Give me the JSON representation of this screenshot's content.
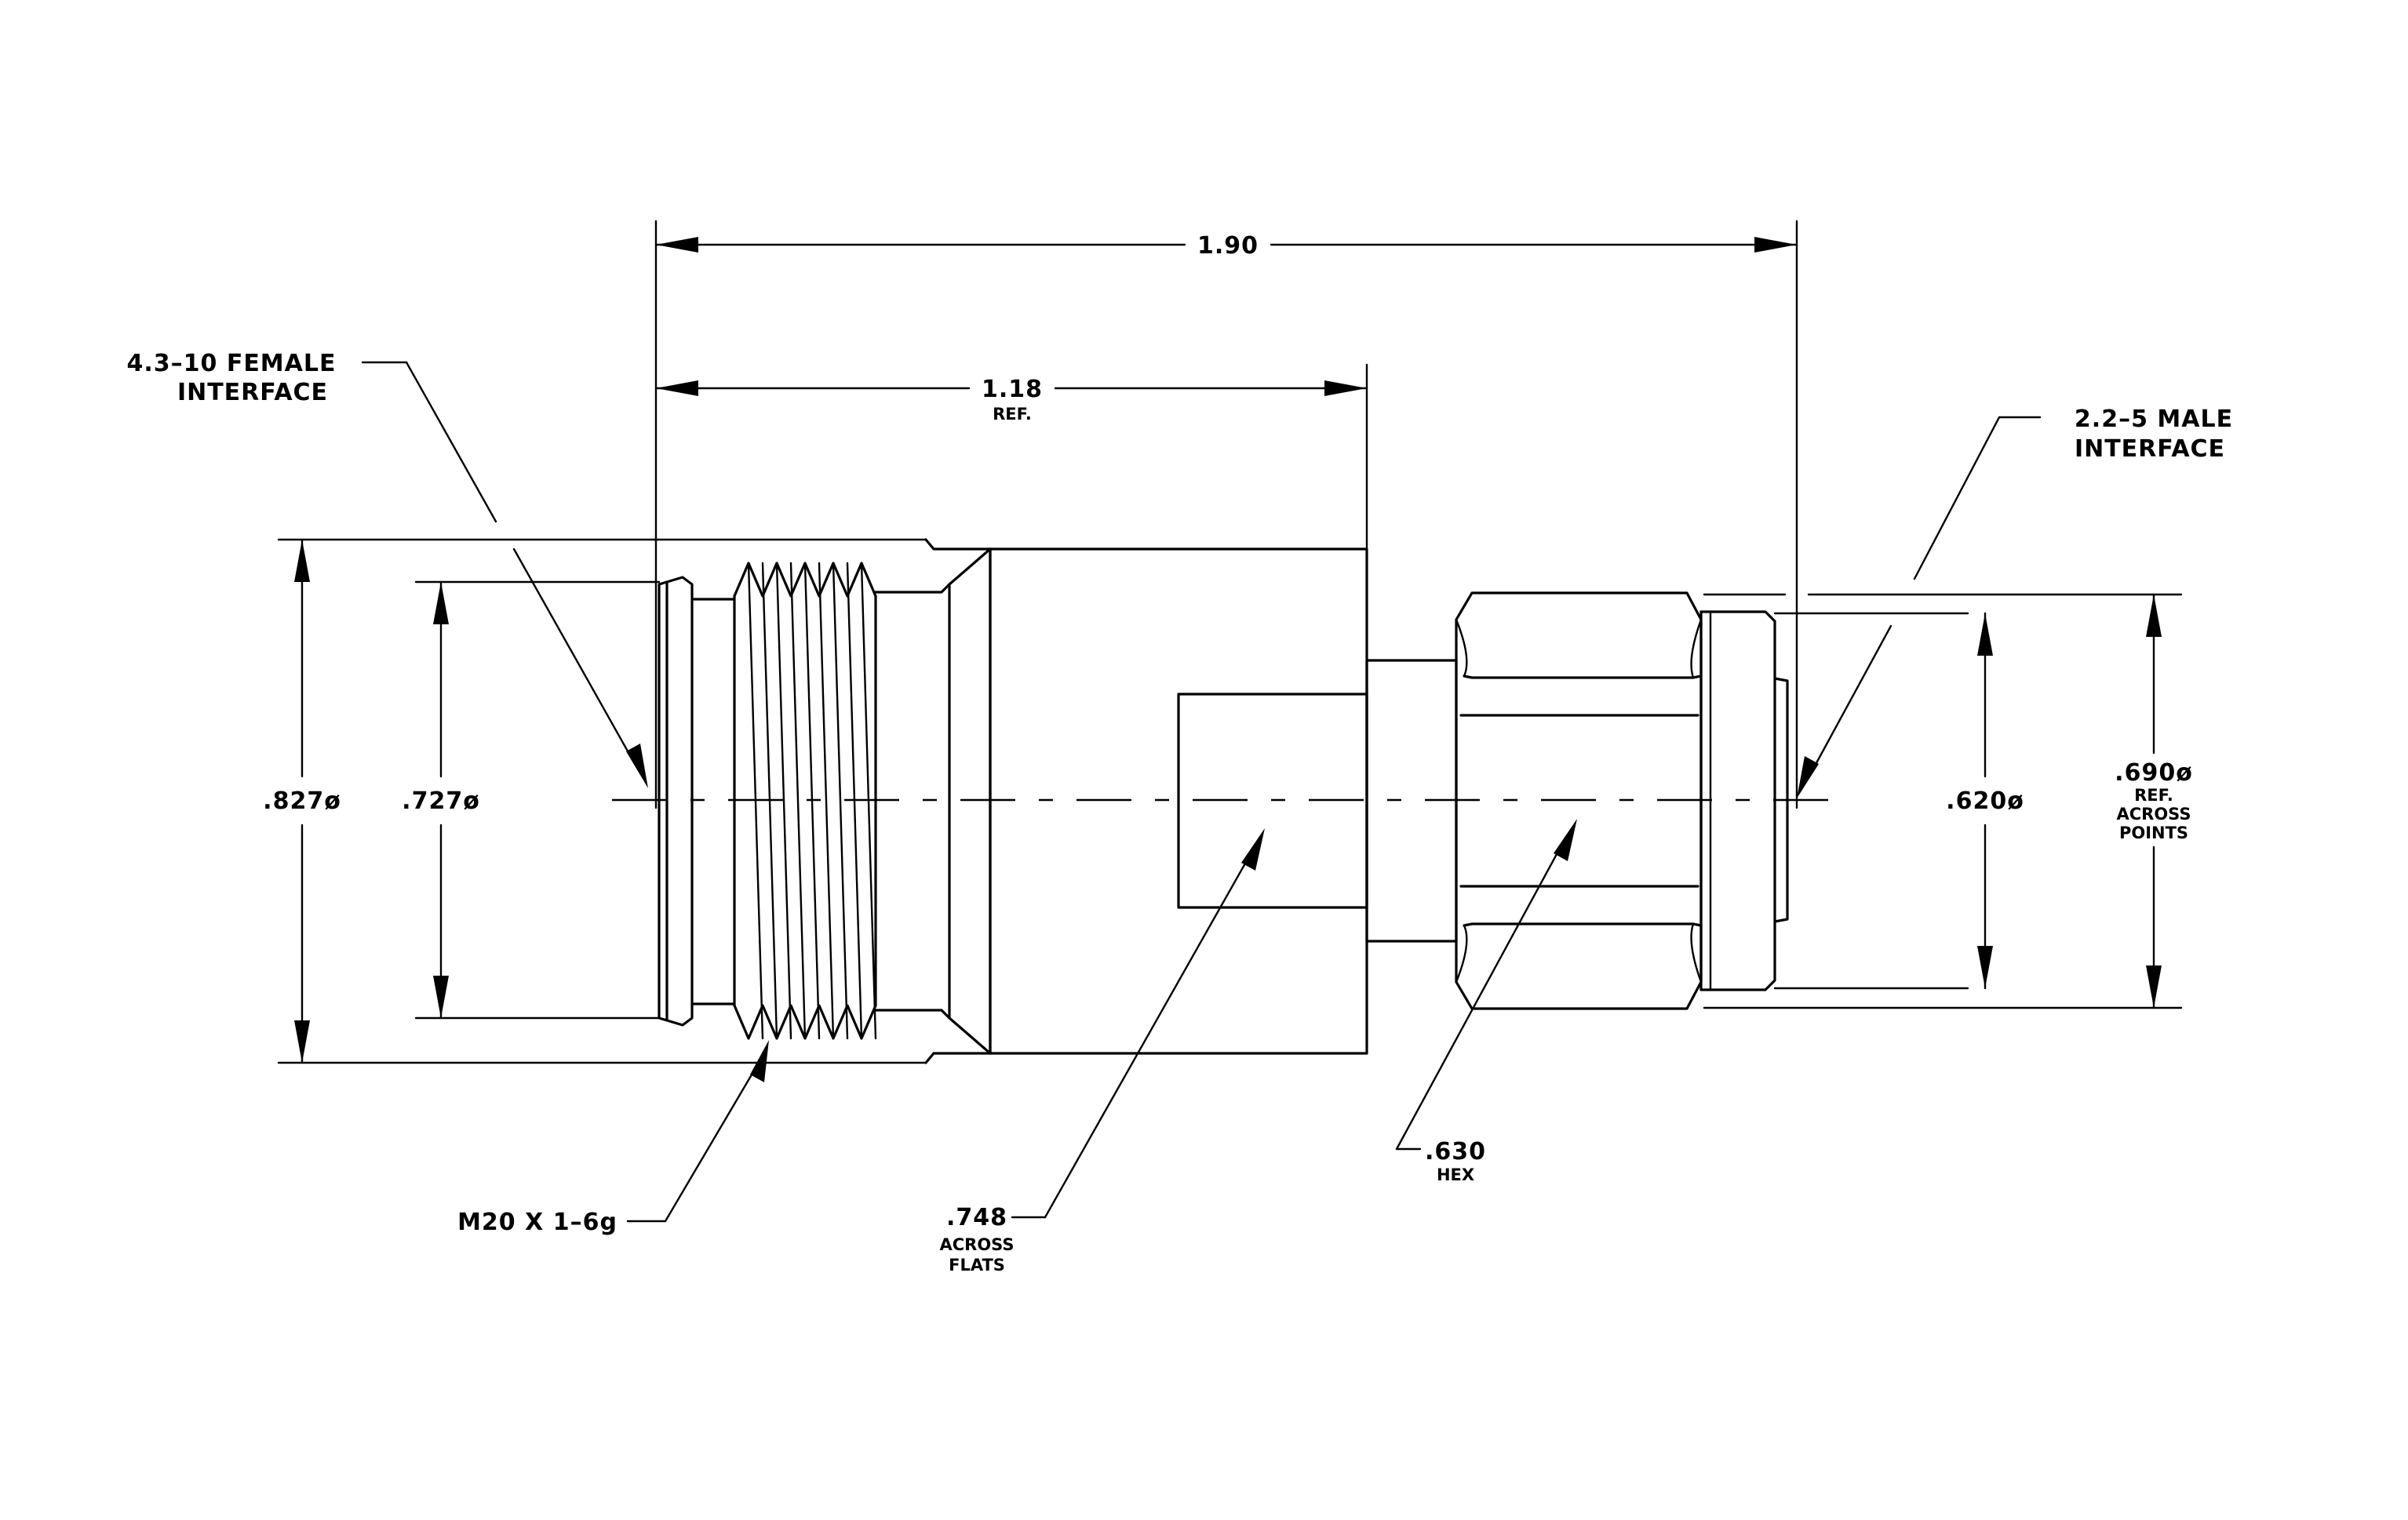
{
  "drawing": {
    "dimensions": {
      "overall_length": {
        "value": "1.90"
      },
      "body_length": {
        "value": "1.18",
        "note": "REF."
      },
      "outer_dia": {
        "value": ".827ø"
      },
      "inner_dia": {
        "value": ".727ø"
      },
      "male_dia": {
        "value": ".620ø"
      },
      "hex_points": {
        "value": ".690ø",
        "note1": "REF.",
        "note2": "ACROSS",
        "note3": "POINTS"
      }
    },
    "callouts": {
      "female_interface": {
        "line1": "4.3–10 FEMALE",
        "line2": "INTERFACE"
      },
      "male_interface": {
        "line1": "2.2–5 MALE",
        "line2": "INTERFACE"
      },
      "thread": {
        "text": "M20 X 1–6g"
      },
      "across_flats": {
        "value": ".748",
        "line2": "ACROSS",
        "line3": "FLATS"
      },
      "hex": {
        "value": ".630",
        "line2": "HEX"
      }
    }
  }
}
